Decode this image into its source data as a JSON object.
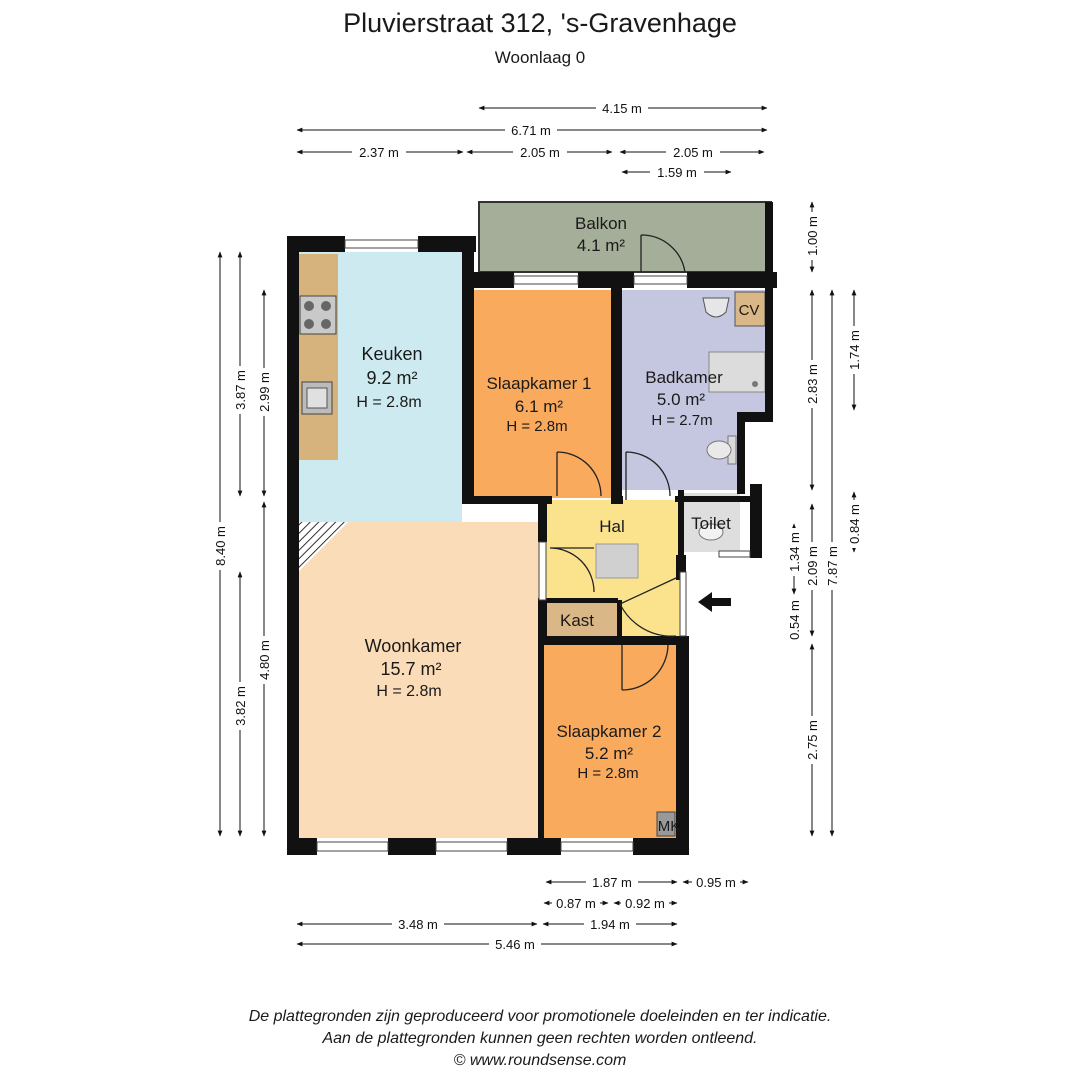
{
  "header": {
    "title": "Pluvierstraat 312, 's-Gravenhage",
    "subtitle": "Woonlaag 0"
  },
  "rooms": {
    "balkon": {
      "name": "Balkon",
      "area": "4.1 m²"
    },
    "keuken": {
      "name": "Keuken",
      "area": "9.2 m²",
      "height": "H = 2.8m"
    },
    "slaapkamer1": {
      "name": "Slaapkamer 1",
      "area": "6.1 m²",
      "height": "H = 2.8m"
    },
    "badkamer": {
      "name": "Badkamer",
      "area": "5.0 m²",
      "height": "H = 2.7m"
    },
    "hal": {
      "name": "Hal"
    },
    "toilet": {
      "name": "Toilet"
    },
    "kast": {
      "name": "Kast"
    },
    "woonkamer": {
      "name": "Woonkamer",
      "area": "15.7 m²",
      "height": "H = 2.8m"
    },
    "slaapkamer2": {
      "name": "Slaapkamer 2",
      "area": "5.2 m²",
      "height": "H = 2.8m"
    },
    "cv": {
      "name": "CV"
    },
    "mk": {
      "name": "MK"
    }
  },
  "dimensions": {
    "top": [
      "4.15 m",
      "6.71 m",
      "2.37 m",
      "2.05 m",
      "2.05 m",
      "1.59 m"
    ],
    "left": [
      "8.40 m",
      "3.87 m",
      "2.99 m",
      "3.82 m",
      "4.80 m"
    ],
    "right": [
      "1.00 m",
      "2.83 m",
      "1.74 m",
      "1.34 m",
      "0.54 m",
      "2.09 m",
      "7.87 m",
      "0.84 m",
      "2.75 m"
    ],
    "bottom": [
      "1.87 m",
      "0.95 m",
      "0.87 m",
      "0.92 m",
      "3.48 m",
      "1.94 m",
      "5.46 m"
    ]
  },
  "colors": {
    "wall": "#111111",
    "balkon": "#a5ae99",
    "keuken": "#cdeaf0",
    "slaapkamer": "#f9aa5c",
    "badkamer": "#c5c6e0",
    "hal": "#fbe38e",
    "kast": "#d9b787",
    "woonkamer": "#fbdcb8",
    "toilet": "#dedede",
    "counter": "#d6b27c"
  },
  "footer": {
    "line1": "De plattegronden zijn geproduceerd voor promotionele doeleinden en ter indicatie.",
    "line2": "Aan de plattegronden kunnen geen rechten worden ontleend.",
    "line3": "© www.roundsense.com"
  }
}
